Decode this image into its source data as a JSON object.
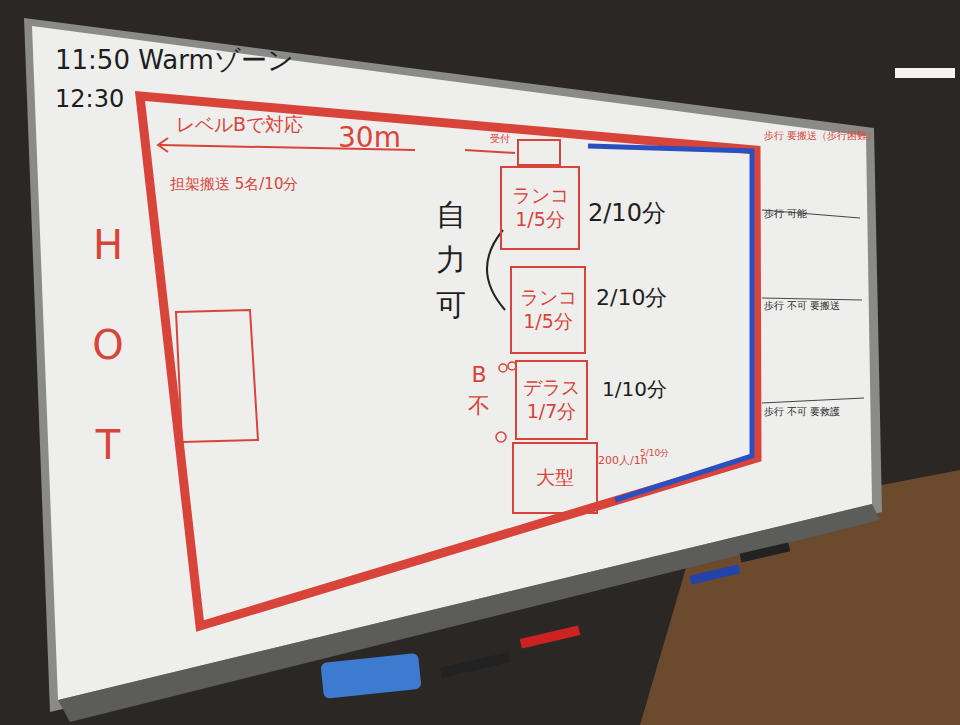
{
  "diagram": {
    "nodes": [
      {
        "text": [
          "ランコ",
          "1/5分"
        ]
      },
      {
        "text": [
          "ランコ",
          "1/5分"
        ]
      },
      {
        "text": [
          "デラス",
          "1/7分"
        ]
      },
      {
        "text": [
          "大型"
        ]
      }
    ],
    "labels": [
      "11:50 Warmゾーン",
      "12:30",
      "HOT",
      "レベルBで対応",
      "30m",
      "担架搬送 5名/10分",
      "受付",
      "自力可",
      "B不",
      "2/10分",
      "2/10分",
      "1/10分",
      "200人/1h",
      "5/10分",
      "歩行 要搬送（歩行困難）",
      "歩行 可能",
      "歩行 不可 要搬送",
      "歩行 不可 要救護"
    ]
  }
}
